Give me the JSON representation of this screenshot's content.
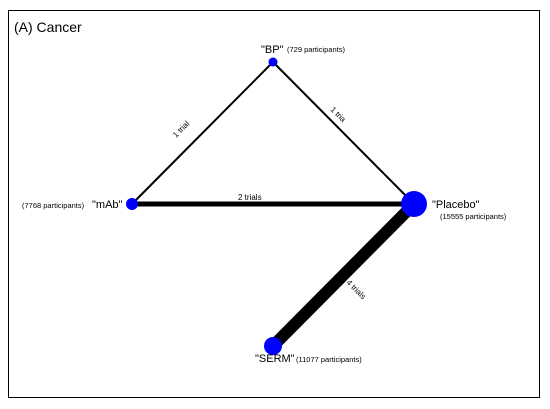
{
  "panel_title": "(A) Cancer",
  "colors": {
    "node": "#0000ff",
    "edge": "#000000"
  },
  "nodes": [
    {
      "id": "bp",
      "label": "\"BP\"",
      "participants": "(729 participants)"
    },
    {
      "id": "mab",
      "label": "\"mAb\"",
      "participants": "(7768 participants)"
    },
    {
      "id": "placebo",
      "label": "\"Placebo\"",
      "participants": "(15555 participants)"
    },
    {
      "id": "serm",
      "label": "\"SERM\"",
      "participants": "(11077 participants)"
    }
  ],
  "edges": [
    {
      "from": "bp",
      "to": "mab",
      "label": "1 trial",
      "trials": 1
    },
    {
      "from": "bp",
      "to": "placebo",
      "label": "1 tria",
      "trials": 1
    },
    {
      "from": "mab",
      "to": "placebo",
      "label": "2 trials",
      "trials": 2
    },
    {
      "from": "placebo",
      "to": "serm",
      "label": "4 trials",
      "trials": 4
    }
  ]
}
